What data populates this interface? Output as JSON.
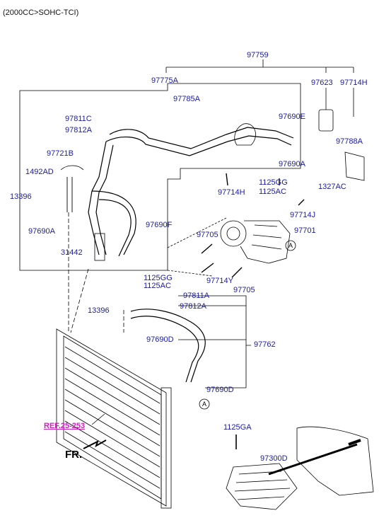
{
  "header": "(2000CC>SOHC-TCI)",
  "reference": "REF.25-253",
  "direction": "FR.",
  "circle_marker": "A",
  "colors": {
    "label": "#1a1aaa",
    "ref": "#d020c0",
    "line": "#000000"
  },
  "labels": {
    "p97759": "97759",
    "p97775A": "97775A",
    "p97623": "97623",
    "p97714H_top": "97714H",
    "p97785A": "97785A",
    "p97811C": "97811C",
    "p97690E": "97690E",
    "p97812A_top": "97812A",
    "p97788A": "97788A",
    "p97721B": "97721B",
    "p97690A_right": "97690A",
    "p1492AD": "1492AD",
    "p97714H_mid": "97714H",
    "p1125GG_mid": "1125GG",
    "p1327AC": "1327AC",
    "p1125AC_mid": "1125AC",
    "p13396_top": "13396",
    "p97714J": "97714J",
    "p97690F": "97690F",
    "p97690A_left": "97690A",
    "p97705_top": "97705",
    "p97701": "97701",
    "p31442": "31442",
    "p97714Y": "97714Y",
    "p97705_bot": "97705",
    "p1125GG_low": "1125GG",
    "p1125AC_low": "1125AC",
    "p97811A": "97811A",
    "p13396_low": "13396",
    "p97812A_low": "97812A",
    "p97690D_mid": "97690D",
    "p97762": "97762",
    "p97690D_low": "97690D",
    "p1125GA": "1125GA",
    "p97300D": "97300D"
  }
}
